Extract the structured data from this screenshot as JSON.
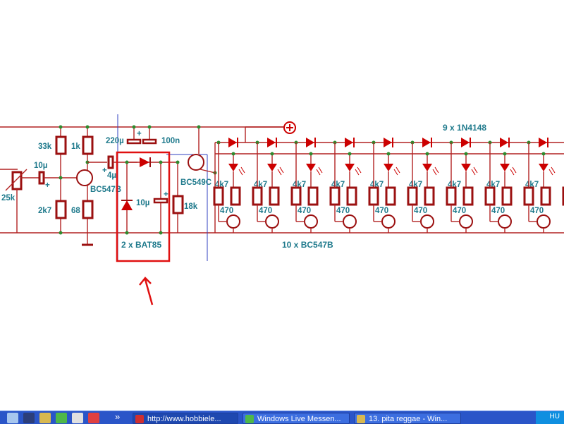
{
  "labels": {
    "r33k": "33k",
    "r1k": "1k",
    "c10u_in": "10µ",
    "plus": "+",
    "pot25k": "25k",
    "r2k7": "2k7",
    "r68": "68",
    "q1": "BC547B",
    "c4u": "4µ",
    "c220u": "220µ",
    "c100n": "100n",
    "c10u": "10µ",
    "q2": "BC549C",
    "r18k": "18k",
    "bat85": "2 x BAT85",
    "diodes_1n4148": "9 x 1N4148",
    "transistors_bc547b": "10 x BC547B",
    "r4k7": "4k7",
    "r470": "470",
    "supply_plus": "⊕"
  },
  "colors": {
    "wire": "#b22222",
    "component": "#9b1010",
    "label": "#1f7a8c",
    "highlight": "#e01010",
    "blue_line": "#3040c0",
    "node": "#2e8b2e"
  },
  "taskbar": {
    "tasks": [
      {
        "label": "http://www.hobbiele..."
      },
      {
        "label": "Windows Live Messen..."
      },
      {
        "label": "13. pita reggae - Win..."
      }
    ],
    "chevron": "»",
    "tray_text": "HU"
  }
}
